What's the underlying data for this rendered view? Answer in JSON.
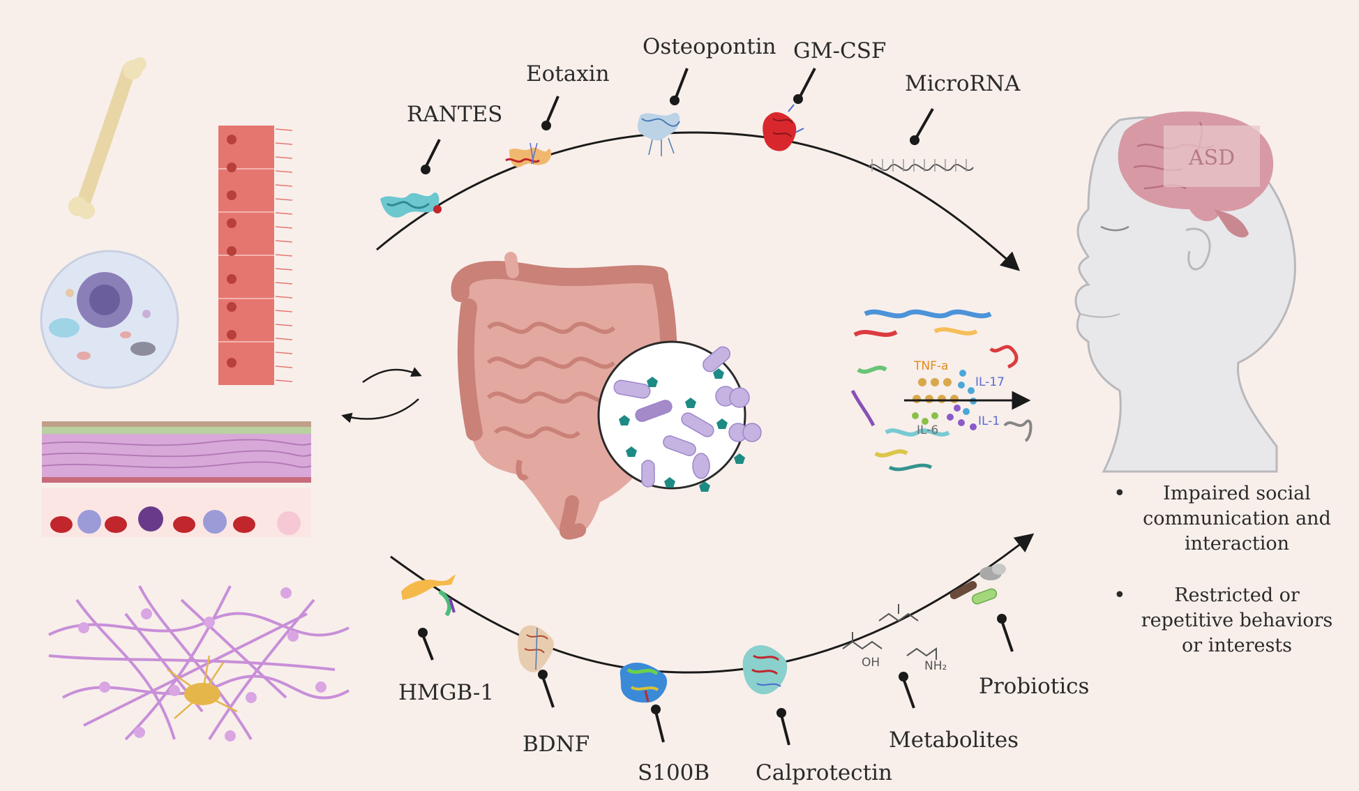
{
  "top_biomarkers": [
    {
      "id": "rantes",
      "label": "RANTES"
    },
    {
      "id": "eotaxin",
      "label": "Eotaxin"
    },
    {
      "id": "osteopontin",
      "label": "Osteopontin"
    },
    {
      "id": "gm-csf",
      "label": "GM-CSF"
    },
    {
      "id": "microrna",
      "label": "MicroRNA"
    }
  ],
  "bottom_biomarkers": [
    {
      "id": "hmgb1",
      "label": "HMGB-1"
    },
    {
      "id": "bdnf",
      "label": "BDNF"
    },
    {
      "id": "s100b",
      "label": "S100B"
    },
    {
      "id": "calprotectin",
      "label": "Calprotectin"
    },
    {
      "id": "metabolites",
      "label": "Metabolites"
    },
    {
      "id": "probiotics",
      "label": "Probiotics"
    }
  ],
  "cytokines": {
    "tnf": "TNF-a",
    "il17": "IL-17",
    "il1": "IL-1",
    "il6": "IL-6"
  },
  "brain_label": "ASD",
  "outcomes": {
    "item1": "Impaired social communication and interaction",
    "item2": "Restricted or repetitive behaviors or interests"
  },
  "colors": {
    "background": "#f8efeb",
    "gut": "#e3a9a0",
    "epithelium": "#e5766f",
    "neuron": "#c88fd8",
    "bacteria": "#b79ad0",
    "pentagon": "#1e8a84"
  }
}
